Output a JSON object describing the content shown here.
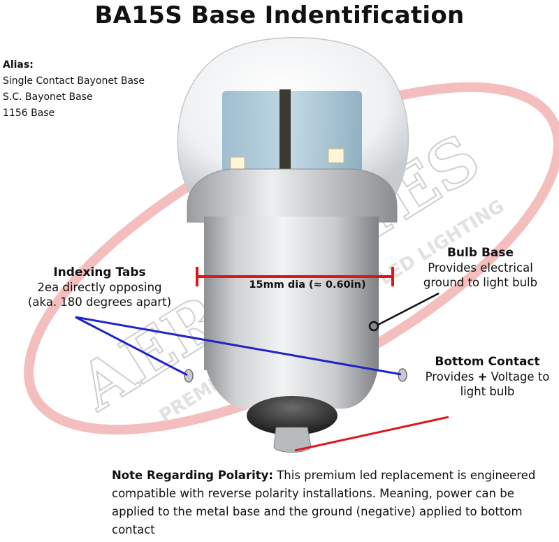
{
  "title": "BA15S Base Indentification",
  "alias": {
    "heading": "Alias:",
    "items": [
      "Single Contact Bayonet Base",
      "S.C. Bayonet Base",
      "1156 Base"
    ]
  },
  "labels": {
    "indexing_tabs": {
      "title": "Indexing Tabs",
      "line1": "2ea directly opposing",
      "line2": "(aka. 180 degrees apart)"
    },
    "bulb_base": {
      "title": "Bulb Base",
      "line1": "Provides electrical",
      "line2": "ground to light bulb"
    },
    "bottom_contact": {
      "title": "Bottom Contact",
      "line1_pre": "Provides ",
      "line1_plus": "+",
      "line1_post": " Voltage to",
      "line2": "light bulb"
    },
    "dimension": "15mm dia (≈ 0.60in)"
  },
  "note": {
    "heading": "Note Regarding Polarity:",
    "text": " This premium led replacement is engineered compatible with reverse polarity installations. Meaning, power can be applied to the metal base and the ground (negative) applied to bottom contact"
  },
  "watermark": {
    "brand": "AERO-LITES",
    "tagline": "PREMIUM REPLACEMENT LED LIGHTING"
  },
  "colors": {
    "dimension_line": "#e0151b",
    "indexing_lines": "#1f24c8",
    "bulb_base_line": "#111111",
    "bottom_contact_line": "#e0151b",
    "watermark_red": "#f3b8b8",
    "watermark_gray": "#d6d6d6"
  }
}
